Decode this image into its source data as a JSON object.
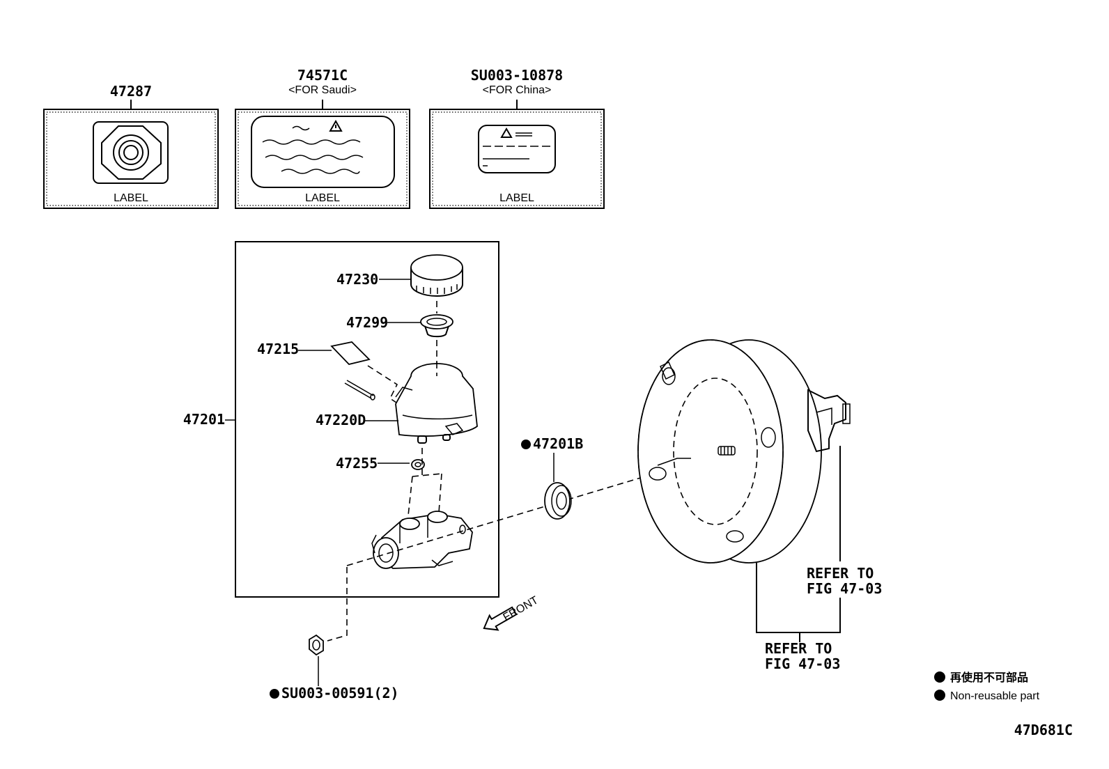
{
  "labels_row": [
    {
      "part_number": "47287",
      "note": "",
      "caption": "LABEL"
    },
    {
      "part_number": "74571C",
      "note": "<FOR Saudi>",
      "caption": "LABEL"
    },
    {
      "part_number": "SU003-10878",
      "note": "<FOR China>",
      "caption": "LABEL"
    }
  ],
  "assembly": {
    "main": "47201",
    "parts": {
      "cap": "47230",
      "strainer": "47299",
      "grommet": "47215",
      "reservoir": "47220D",
      "seal": "47255"
    }
  },
  "booster_gasket": "47201B",
  "nut": "SU003-00591(2)",
  "front_label": "FRONT",
  "refer_1": {
    "line1": "REFER TO",
    "line2": "FIG 47-03"
  },
  "refer_2": {
    "line1": "REFER TO",
    "line2": "FIG 47-03"
  },
  "legend": {
    "cjk": "再使用不可部品",
    "english": "Non-reusable part"
  },
  "figure_code": "47D681C"
}
